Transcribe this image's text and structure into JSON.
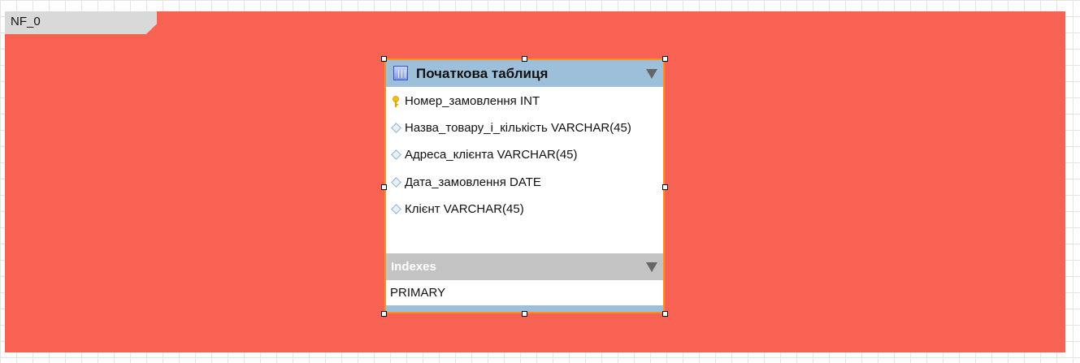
{
  "layer": {
    "name": "NF_0",
    "color": "#f76253"
  },
  "table": {
    "title": "Початкова таблиця",
    "columns": [
      {
        "label": "Номер_замовлення INT",
        "icon": "primary-key-icon"
      },
      {
        "label": "Назва_товару_і_кількість VARCHAR(45)",
        "icon": "column-diamond-icon"
      },
      {
        "label": "Адреса_клієнта VARCHAR(45)",
        "icon": "column-diamond-icon"
      },
      {
        "label": "Дата_замовлення DATE",
        "icon": "column-diamond-icon"
      },
      {
        "label": "Клієнт VARCHAR(45)",
        "icon": "column-diamond-icon"
      }
    ],
    "indexes_label": "Indexes",
    "indexes": [
      "PRIMARY"
    ],
    "header_color": "#9ebfda",
    "selection_color": "#ff8f1f"
  }
}
